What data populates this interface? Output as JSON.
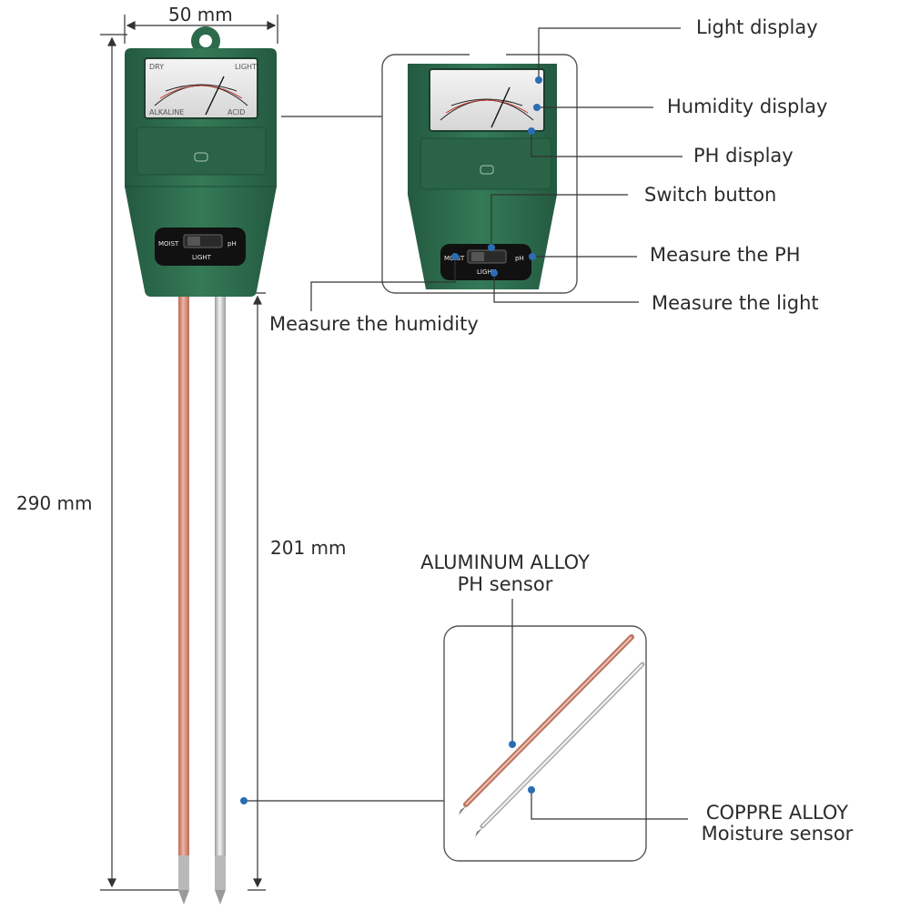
{
  "dimensions": {
    "width": "50 mm",
    "total_length": "290 mm",
    "probe_length": "201 mm"
  },
  "callouts": {
    "light_display": "Light display",
    "humidity_display": "Humidity display",
    "ph_display": "PH display",
    "switch_button": "Switch button",
    "measure_ph": "Measure the PH",
    "measure_light": "Measure the light",
    "measure_humidity": "Measure the humidity"
  },
  "sensors": {
    "ph_line1": "ALUMINUM ALLOY",
    "ph_line2": "PH sensor",
    "moisture_line1": "COPPRE ALLOY",
    "moisture_line2": "Moisture sensor"
  },
  "device": {
    "switch_left": "MOIST",
    "switch_right": "pH",
    "switch_bottom": "LIGHT"
  },
  "colors": {
    "body": "#2f6e4f",
    "body_dark": "#1f4f37",
    "copper_probe": "#d98f7c",
    "aluminum_probe": "#c9c9c9",
    "marker_dot": "#2a6db5",
    "leader_line": "#333333"
  }
}
